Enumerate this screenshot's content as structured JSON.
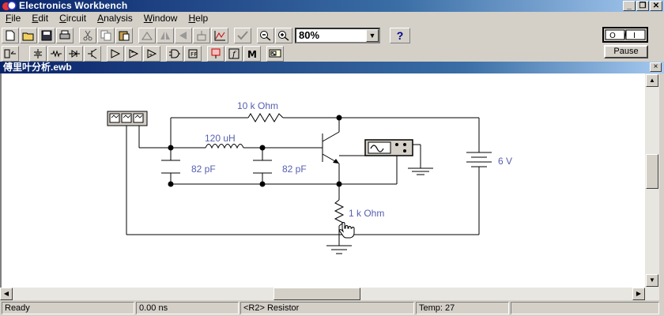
{
  "app": {
    "title": "Electronics Workbench"
  },
  "window_controls": {
    "minimize": "_",
    "restore": "❐",
    "close": "✕"
  },
  "menu": [
    {
      "label": "File",
      "underline": "F",
      "rest": "ile"
    },
    {
      "label": "Edit",
      "underline": "E",
      "rest": "dit"
    },
    {
      "label": "Circuit",
      "underline": "C",
      "rest": "ircuit"
    },
    {
      "label": "Analysis",
      "underline": "A",
      "rest": "nalysis"
    },
    {
      "label": "Window",
      "underline": "W",
      "rest": "indow"
    },
    {
      "label": "Help",
      "underline": "H",
      "rest": "elp"
    }
  ],
  "toolbar": {
    "zoom_value": "80%",
    "help_label": "?",
    "pause_label": "Pause"
  },
  "document": {
    "title": "傅里叶分析.ewb",
    "close": "×"
  },
  "circuit": {
    "r_top": "10 k Ohm",
    "inductor": "120 uH",
    "c1": "82 pF",
    "c2": "82 pF",
    "supply": "6 V",
    "r_emitter": "1 k Ohm"
  },
  "status": {
    "state": "Ready",
    "time": "0.00 ns",
    "selection": "<R2> Resistor",
    "temp": "Temp:  27"
  },
  "colors": {
    "component_label": "#5560b0",
    "title_bar": "#0a246a"
  }
}
